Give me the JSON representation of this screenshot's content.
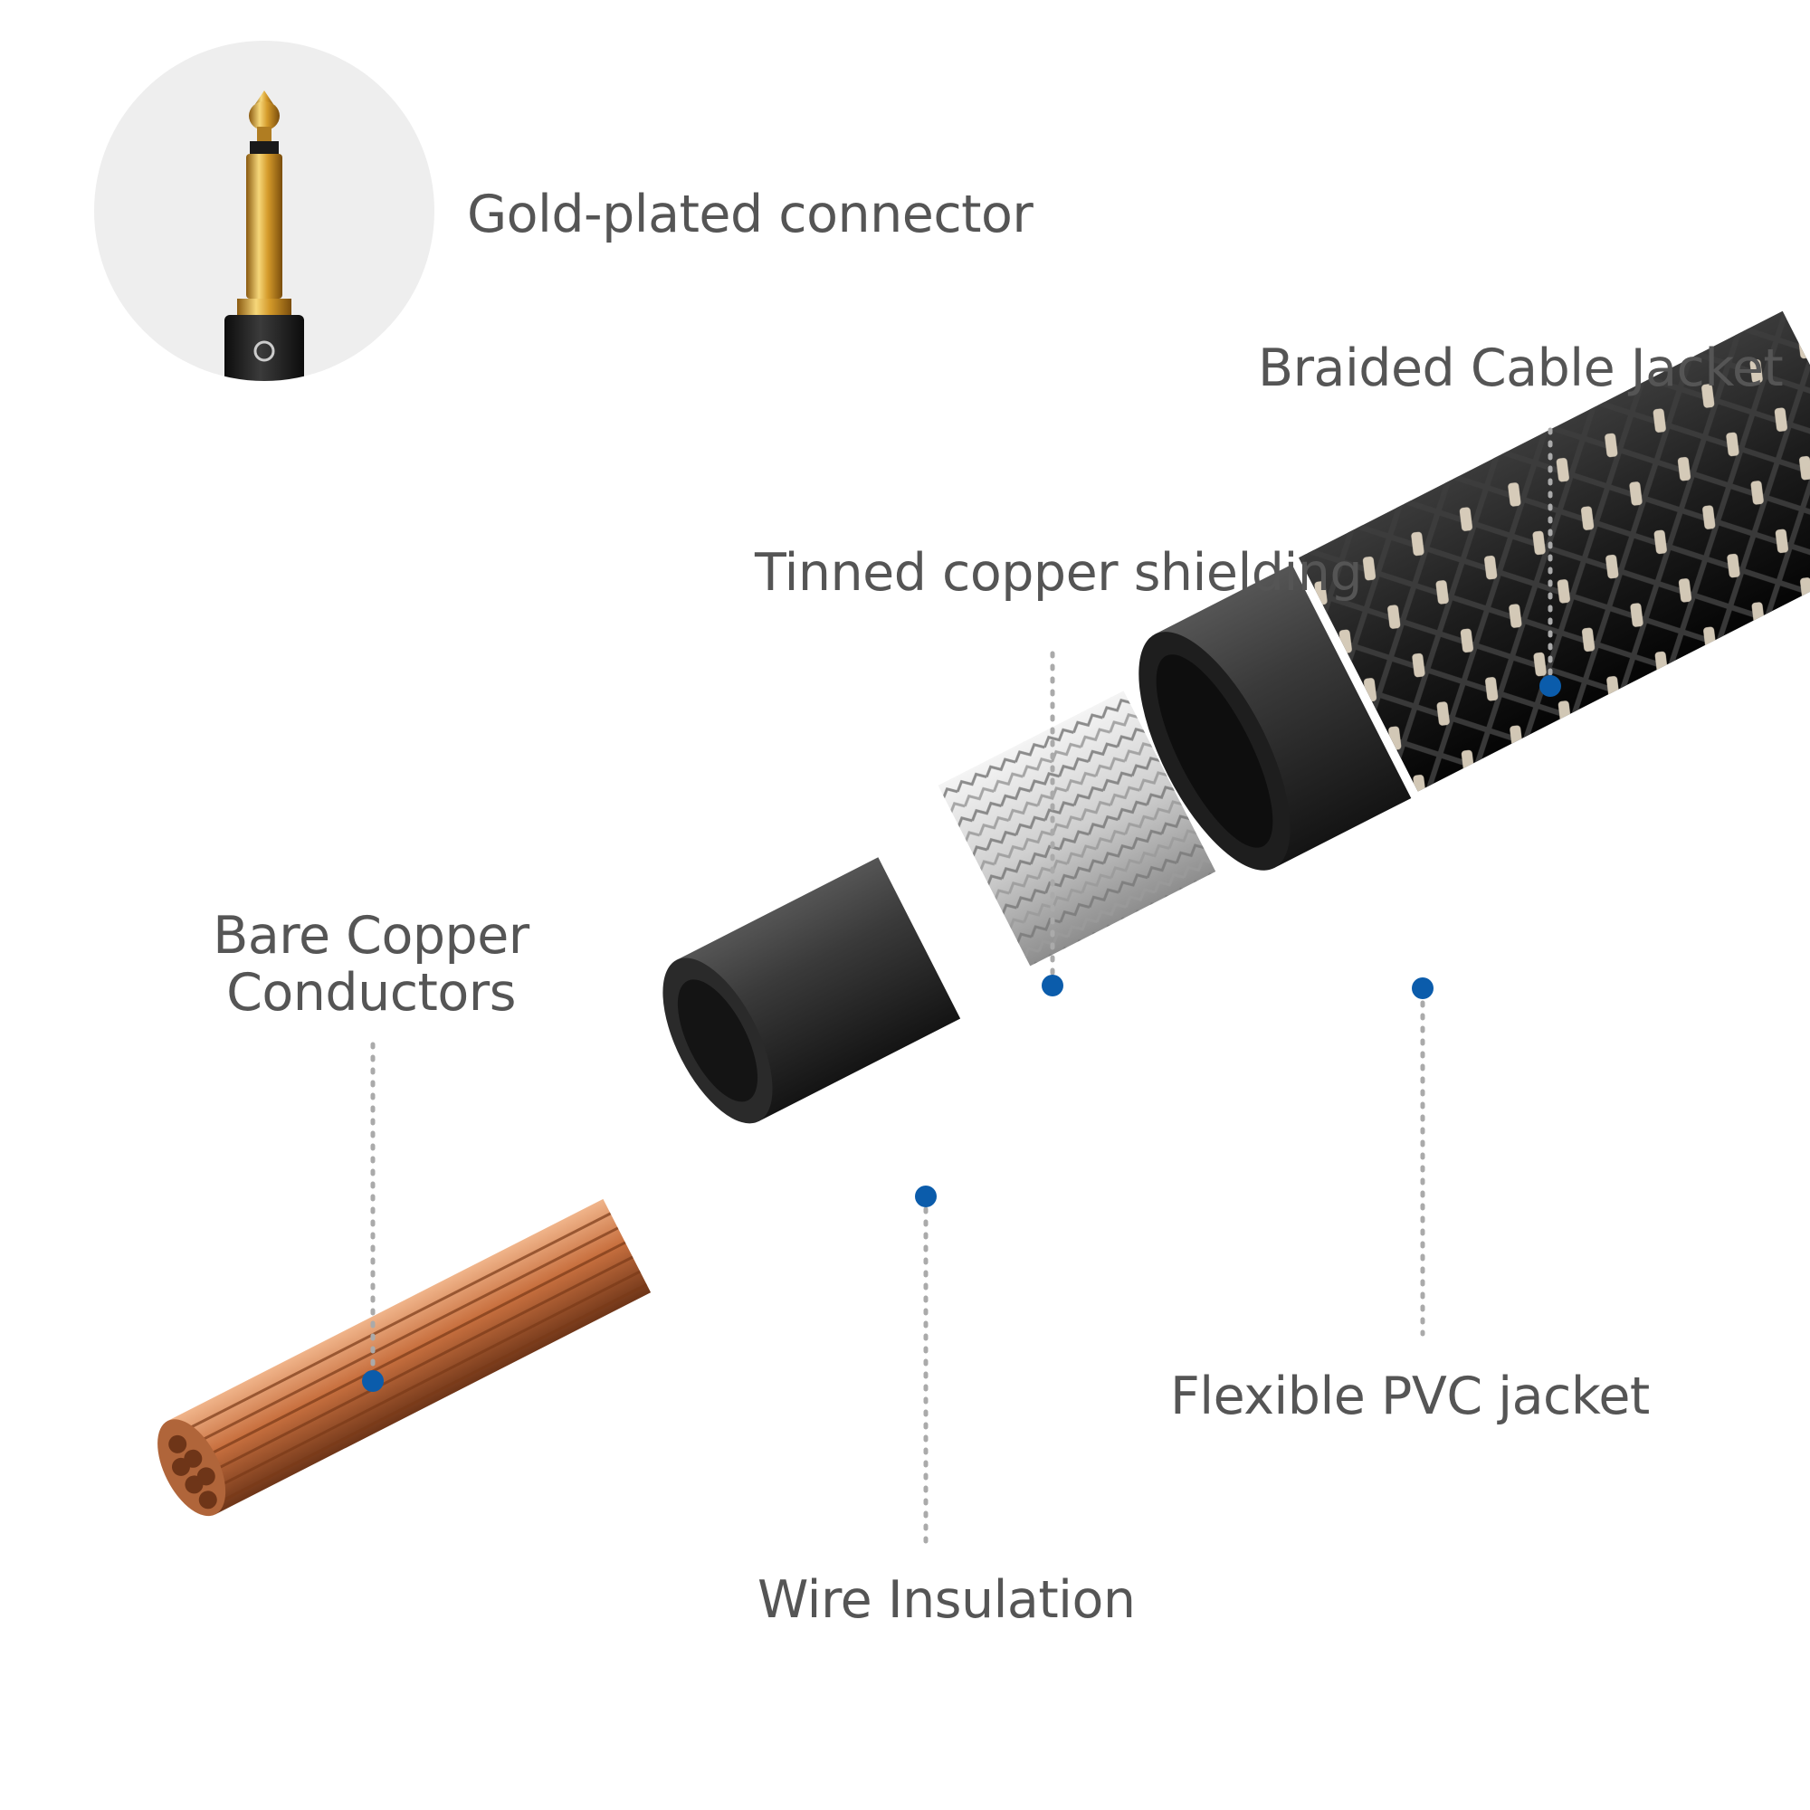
{
  "labels": {
    "connector": "Gold-plated connector",
    "braided_jacket": "Braided Cable Jacket",
    "shielding": "Tinned copper shielding",
    "conductors_line1": "Bare Copper",
    "conductors_line2": "Conductors",
    "pvc_jacket": "Flexible PVC jacket",
    "insulation": "Wire Insulation"
  },
  "colors": {
    "text": "#555555",
    "marker": "#0b5cab",
    "leader": "#aaaaaa",
    "copper": "#c87040",
    "pvc": "#2b2b2b",
    "shield": "#d9d9d9",
    "braid": "#1a1a1a",
    "gold": "#d4a33a",
    "circle_bg": "#eeeeee"
  },
  "icons": {
    "connector": "quarter-inch-jack-plug-icon"
  }
}
